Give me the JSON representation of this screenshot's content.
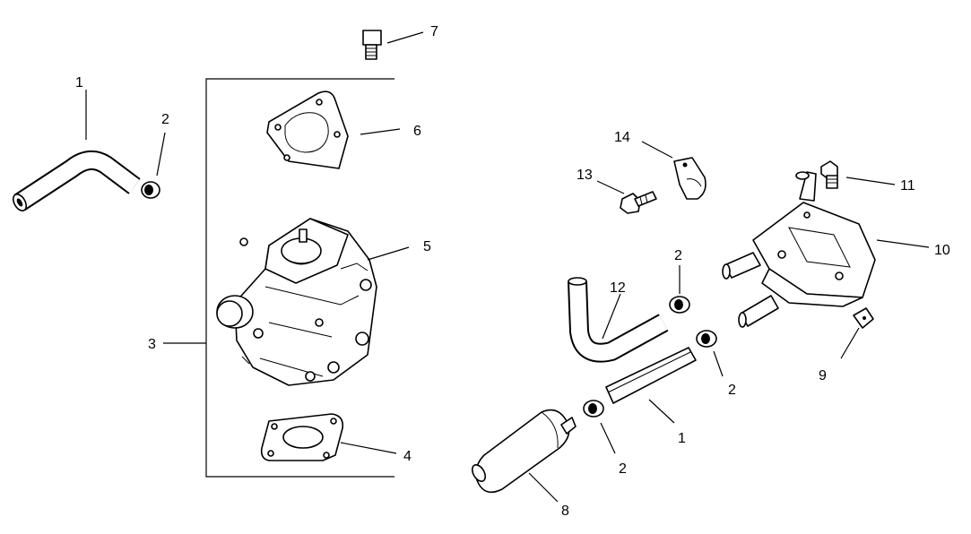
{
  "labels": {
    "hose_left": "1",
    "clamp_left": "2",
    "carb_assy": "3",
    "gasket_lower": "4",
    "carburetor": "5",
    "gasket_upper": "6",
    "screw_top": "7",
    "fuel_filter": "8",
    "nut_9": "9",
    "fuel_pump": "10",
    "screw_11": "11",
    "hose_curved": "12",
    "screw_13": "13",
    "clip_14": "14",
    "hose_straight": "1",
    "clamp_upper": "2",
    "clamp_right": "2",
    "clamp_filter": "2"
  }
}
